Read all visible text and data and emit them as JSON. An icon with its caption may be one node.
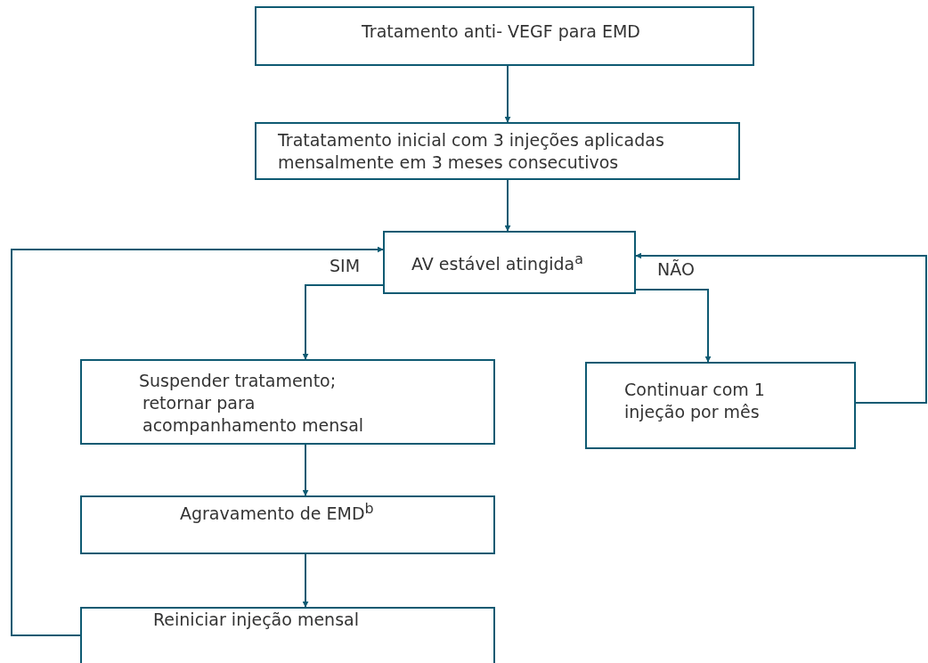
{
  "diagram": {
    "nodes": [
      {
        "text": [
          "Tratamento anti- VEGF para EMD"
        ]
      },
      {
        "text": [
          "Tratatamento inicial com 3 injeções aplicadas mensalmente em 3 meses consecutivos"
        ]
      },
      {
        "text": [
          "AV estável atingida$^{a}$"
        ]
      },
      {
        "text": [
          "Suspender tratamento; retornar para acompanhamento mensal"
        ]
      },
      {
        "text": [
          "Continuar com 1 injeção por mês"
        ]
      },
      {
        "text": [
          "Agravamento de EMD$^{b}$"
        ]
      },
      {
        "text": [
          "Reiniciar injeção mensal"
        ]
      }
    ],
    "edges": [
      {
        "from": 0,
        "to": 1,
        "arrow": "to"
      },
      {
        "from": 1,
        "to": 2,
        "arrow": "to"
      },
      {
        "from": 2,
        "to": 3,
        "arrow": "to",
        "label": "SIM"
      },
      {
        "from": 2,
        "to": 4,
        "arrow": "to",
        "label": "NÃO"
      },
      {
        "from": 3,
        "to": 5,
        "arrow": "to"
      },
      {
        "from": 5,
        "to": 6,
        "arrow": "to"
      },
      {
        "from": 6,
        "to": 2,
        "arrow": "to"
      },
      {
        "from": 4,
        "to": 2,
        "arrow": "to"
      }
    ]
  }
}
